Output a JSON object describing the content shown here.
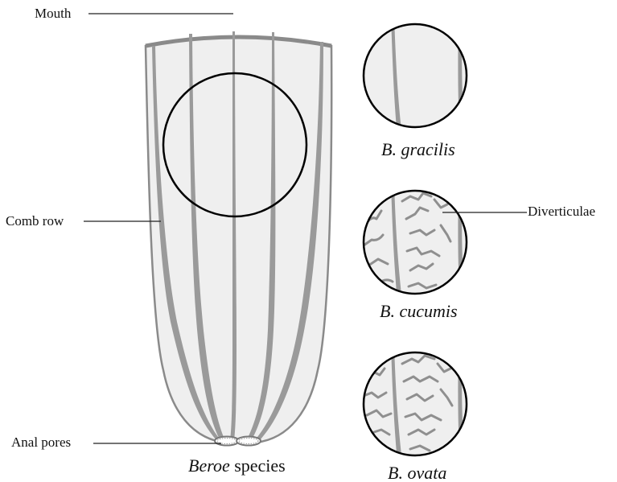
{
  "labels": {
    "mouth": "Mouth",
    "comb_row": "Comb row",
    "anal_pores": "Anal pores",
    "diverticulae": "Diverticulae"
  },
  "captions": {
    "main_italic": "Beroe",
    "main_rest": " species",
    "gracilis": "B. gracilis",
    "cucumis": "B. cucumis",
    "ovata": "B. ovata"
  },
  "colors": {
    "body_fill": "#efefef",
    "body_outline": "#8a8a8a",
    "comb_row": "#9a9a9a",
    "circle_outline": "#000000"
  }
}
